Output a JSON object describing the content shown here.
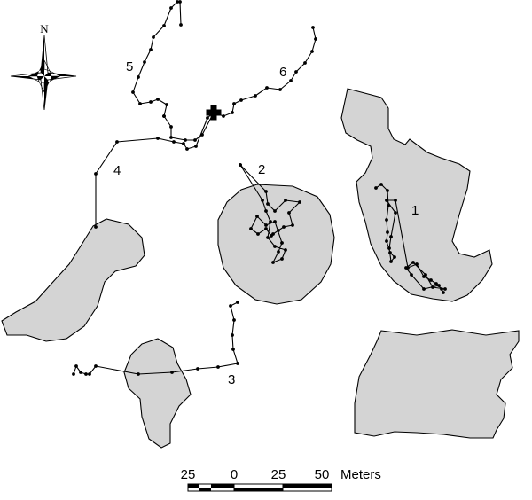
{
  "north_label": "N",
  "track_labels": [
    "1",
    "2",
    "3",
    "4",
    "5",
    "6"
  ],
  "scale_bar": {
    "tick_labels": [
      "25",
      "0",
      "25",
      "50"
    ],
    "unit": "Meters"
  },
  "icons": {
    "north_arrow": "compass-rose-icon",
    "release_point": "cross-icon"
  },
  "colors": {
    "habitat_patch": "#d4d4d4",
    "track": "#000000"
  }
}
